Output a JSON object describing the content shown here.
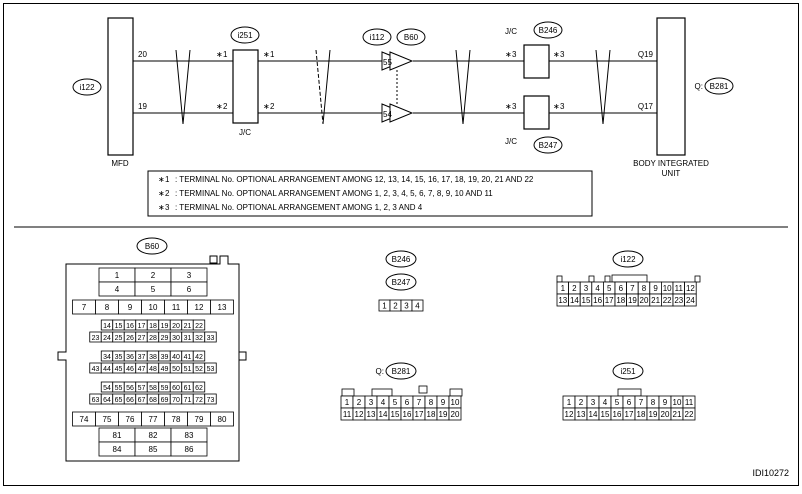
{
  "diagram": {
    "mfd_label": "MFD",
    "body_label_line1": "BODY INTEGRATED",
    "body_label_line2": "UNIT",
    "q_prefix": "Q:",
    "jc": "J/C",
    "star": "∗",
    "ovals": {
      "i122": "i122",
      "i251": "i251",
      "i112": "i112",
      "b60": "B60",
      "b246": "B246",
      "b247": "B247",
      "b281": "B281"
    },
    "pins": {
      "mfd_top": "20",
      "mfd_bottom": "19",
      "i251_left_top": "1",
      "i251_right_top": "1",
      "i251_left_bottom": "2",
      "i251_right_bottom": "2",
      "b60_top": "55",
      "b60_bottom": "54",
      "jc_top_left": "3",
      "jc_top_right": "3",
      "jc_bottom_left": "3",
      "jc_bottom_right": "3",
      "body_top": "Q19",
      "body_bottom": "Q17"
    },
    "notes": [
      {
        "mark": "1",
        "text": ": TERMINAL No. OPTIONAL ARRANGEMENT AMONG 12, 13, 14, 15, 16, 17, 18, 19, 20, 21 AND 22"
      },
      {
        "mark": "2",
        "text": ": TERMINAL No. OPTIONAL ARRANGEMENT AMONG 1, 2, 3, 4, 5, 6, 7, 8, 9, 10 AND 11"
      },
      {
        "mark": "3",
        "text": ": TERMINAL No. OPTIONAL ARRANGEMENT AMONG 1, 2, 3 AND 4"
      }
    ]
  },
  "connectors": {
    "b60": {
      "label": "B60",
      "rows": [
        [
          "1",
          "2",
          "3"
        ],
        [
          "4",
          "5",
          "6"
        ],
        [
          "7",
          "8",
          "9",
          "10",
          "11",
          "12",
          "13"
        ],
        [
          "14",
          "15",
          "16",
          "17",
          "18",
          "19",
          "20",
          "21",
          "22"
        ],
        [
          "23",
          "24",
          "25",
          "26",
          "27",
          "28",
          "29",
          "30",
          "31",
          "32",
          "33"
        ],
        [
          "34",
          "35",
          "36",
          "37",
          "38",
          "39",
          "40",
          "41",
          "42"
        ],
        [
          "43",
          "44",
          "45",
          "46",
          "47",
          "48",
          "49",
          "50",
          "51",
          "52",
          "53"
        ],
        [
          "54",
          "55",
          "56",
          "57",
          "58",
          "59",
          "60",
          "61",
          "62"
        ],
        [
          "63",
          "64",
          "65",
          "66",
          "67",
          "68",
          "69",
          "70",
          "71",
          "72",
          "73"
        ],
        [
          "74",
          "75",
          "76",
          "77",
          "78",
          "79",
          "80"
        ],
        [
          "81",
          "82",
          "83"
        ],
        [
          "84",
          "85",
          "86"
        ]
      ]
    },
    "b246_label": "B246",
    "b247_label": "B247",
    "b246_pins": [
      "1",
      "2",
      "3",
      "4"
    ],
    "i122": {
      "label": "i122",
      "rows": [
        [
          "1",
          "2",
          "3",
          "4",
          "5",
          "6",
          "7",
          "8",
          "9",
          "10",
          "11",
          "12"
        ],
        [
          "13",
          "14",
          "15",
          "16",
          "17",
          "18",
          "19",
          "20",
          "21",
          "22",
          "23",
          "24"
        ]
      ]
    },
    "q_b281": {
      "prefix": "Q:",
      "label": "B281",
      "rows": [
        [
          "1",
          "2",
          "3",
          "4",
          "5",
          "6",
          "7",
          "8",
          "9",
          "10"
        ],
        [
          "11",
          "12",
          "13",
          "14",
          "15",
          "16",
          "17",
          "18",
          "19",
          "20"
        ]
      ]
    },
    "i251": {
      "label": "i251",
      "rows": [
        [
          "1",
          "2",
          "3",
          "4",
          "5",
          "6",
          "7",
          "8",
          "9",
          "10",
          "11"
        ],
        [
          "12",
          "13",
          "14",
          "15",
          "16",
          "17",
          "18",
          "19",
          "20",
          "21",
          "22"
        ]
      ]
    }
  },
  "figure_id": "IDI10272"
}
